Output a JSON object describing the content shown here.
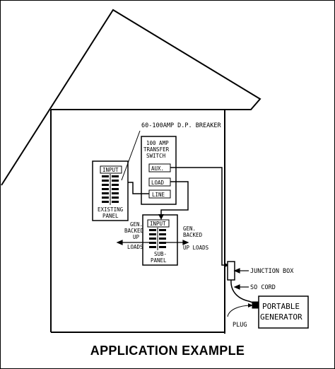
{
  "caption": "APPLICATION EXAMPLE",
  "labels": {
    "breaker": "60-100AMP D.P. BREAKER",
    "transfer_switch": [
      "100 AMP",
      "TRANSFER",
      "SWITCH"
    ],
    "aux": "AUX.",
    "load": "LOAD",
    "line": "LINE",
    "existing_input": "INPUT",
    "existing_panel": [
      "EXISTING",
      "PANEL"
    ],
    "sub_input": "INPUT",
    "sub_panel": [
      "SUB-",
      "PANEL"
    ],
    "left_loads": [
      "GEN.",
      "BACKED",
      "UP",
      "LOADS"
    ],
    "right_loads": [
      "GEN.",
      "BACKED",
      "UP LOADS"
    ],
    "junction_box": "JUNCTION BOX",
    "so_cord": "SO CORD",
    "plug": "PLUG",
    "generator": [
      "PORTABLE",
      "GENERATOR"
    ]
  }
}
